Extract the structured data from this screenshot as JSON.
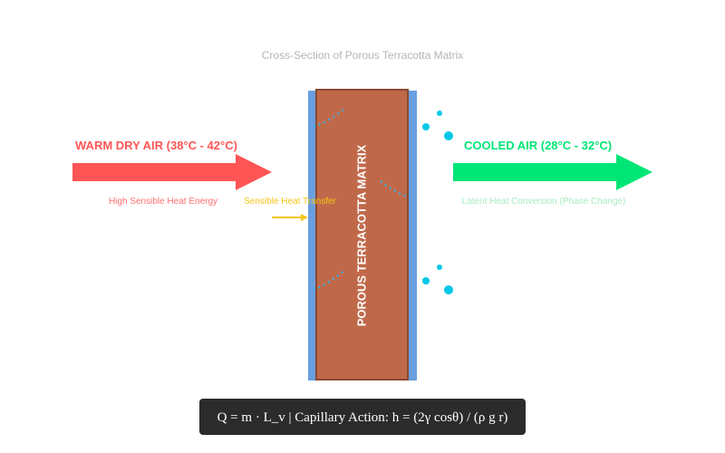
{
  "title": "Cross-Section of Porous Terracotta Matrix",
  "inlet": {
    "label": "WARM DRY AIR (38°C - 42°C)",
    "sublabel": "High Sensible Heat Energy",
    "color": "#ff5555"
  },
  "outlet": {
    "label": "COOLED AIR (28°C - 32°C)",
    "sublabel": "Latent Heat Conversion (Phase Change)",
    "color": "#00e676"
  },
  "transfer": {
    "label": "Sensible Heat Transfer",
    "color": "#f5c518"
  },
  "matrix": {
    "label": "POROUS TERRACOTTA MATRIX",
    "fill": "#c0694a",
    "border": "#8b4a32",
    "water_film": "#6a9fe0"
  },
  "droplet_color": "#00c8e8",
  "formula": "Q = m · L_v | Capillary Action: h = (2γ cosθ) / (ρ g r)"
}
